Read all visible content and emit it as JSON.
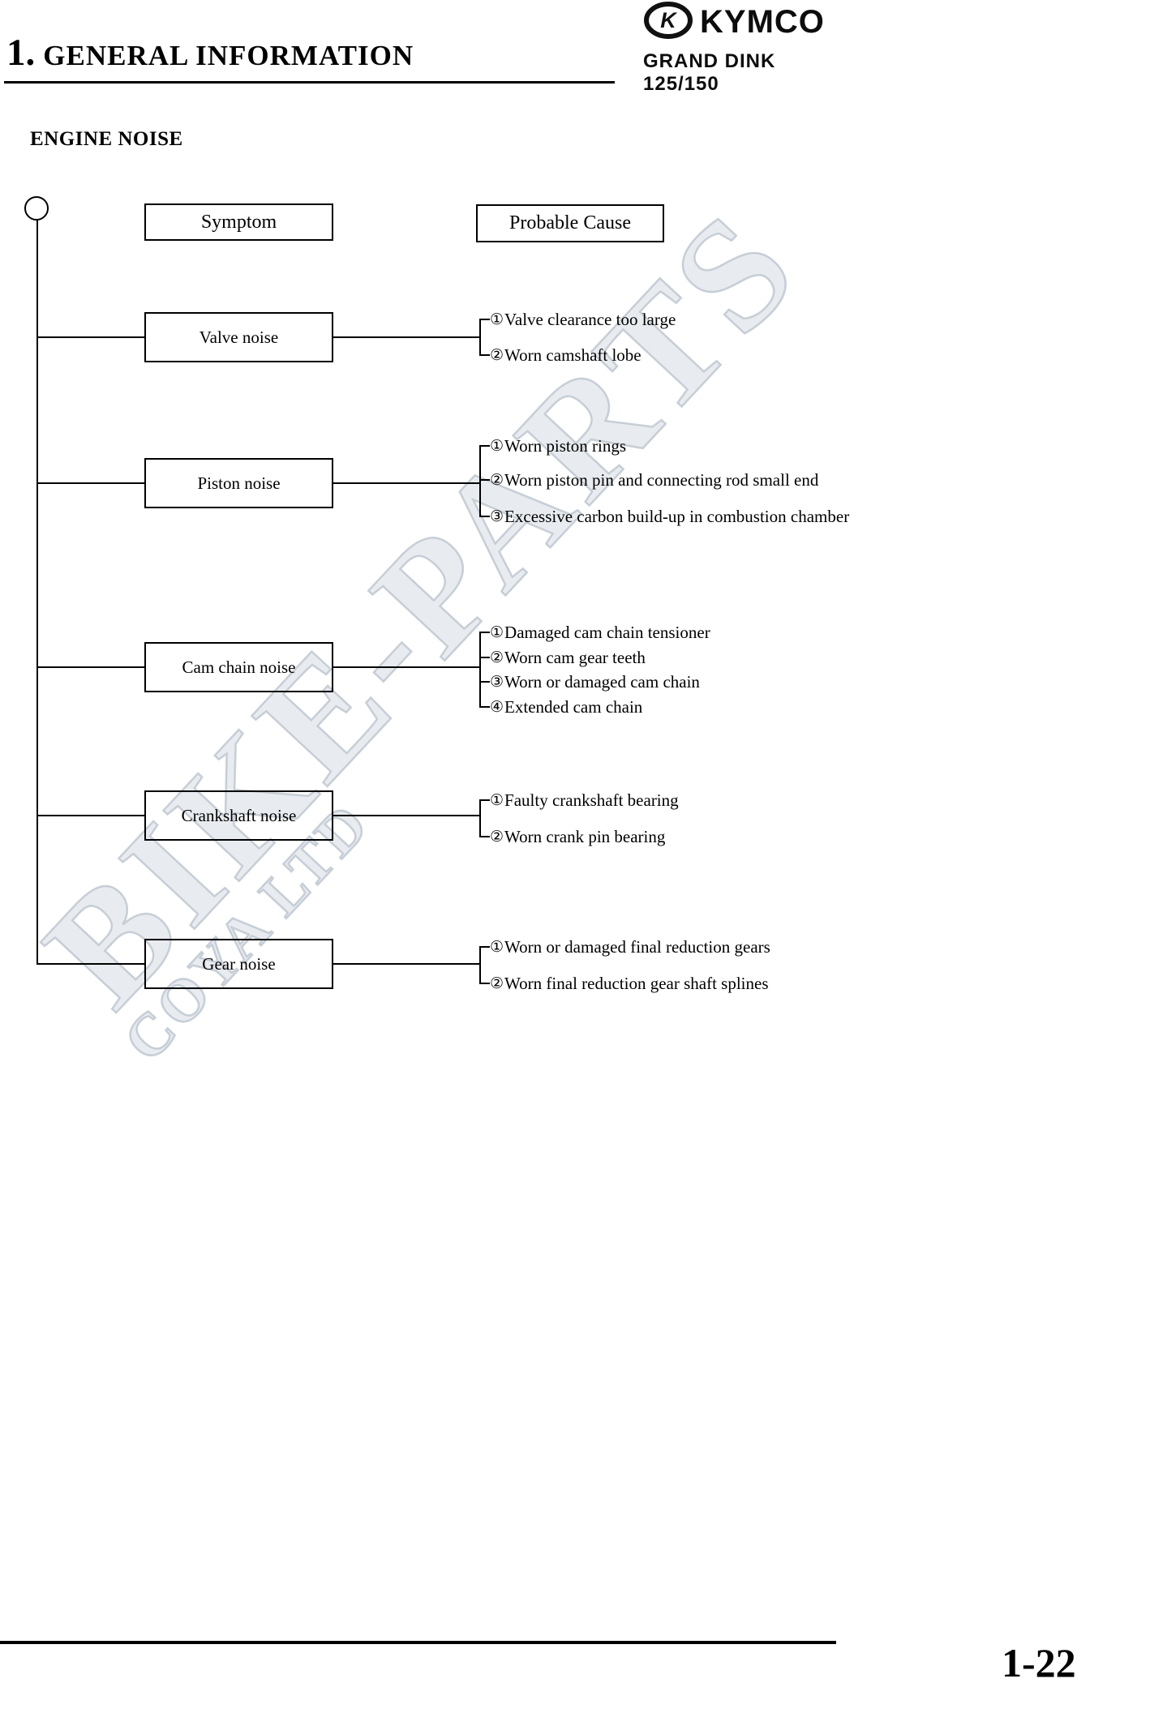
{
  "header": {
    "section_number": "1.",
    "section_title": "GENERAL INFORMATION",
    "brand": "KYMCO",
    "model": "GRAND DINK 125/150"
  },
  "page": {
    "heading": "ENGINE NOISE",
    "page_number": "1-22"
  },
  "diagram": {
    "symptom_header": "Symptom",
    "cause_header": "Probable Cause",
    "groups": [
      {
        "symptom": "Valve noise",
        "causes": [
          {
            "n": "①",
            "text": "Valve clearance too large"
          },
          {
            "n": "②",
            "text": "Worn camshaft lobe"
          }
        ]
      },
      {
        "symptom": "Piston noise",
        "causes": [
          {
            "n": "①",
            "text": "Worn piston rings"
          },
          {
            "n": "②",
            "text": "Worn piston pin and connecting rod small end"
          },
          {
            "n": "③",
            "text": "Excessive carbon build-up in combustion chamber"
          }
        ]
      },
      {
        "symptom": "Cam chain noise",
        "causes": [
          {
            "n": "①",
            "text": "Damaged cam chain tensioner"
          },
          {
            "n": "②",
            "text": "Worn cam gear teeth"
          },
          {
            "n": "③",
            "text": "Worn or damaged cam chain"
          },
          {
            "n": "④",
            "text": "Extended cam chain"
          }
        ]
      },
      {
        "symptom": "Crankshaft noise",
        "causes": [
          {
            "n": "①",
            "text": "Faulty crankshaft bearing"
          },
          {
            "n": "②",
            "text": "Worn crank pin bearing"
          }
        ]
      },
      {
        "symptom": "Gear noise",
        "causes": [
          {
            "n": "①",
            "text": "Worn or damaged final reduction gears"
          },
          {
            "n": "②",
            "text": "Worn final reduction gear shaft splines"
          }
        ]
      }
    ]
  },
  "watermark": {
    "line1": "BIKE-PARTS",
    "line2": "COYA LTD"
  }
}
